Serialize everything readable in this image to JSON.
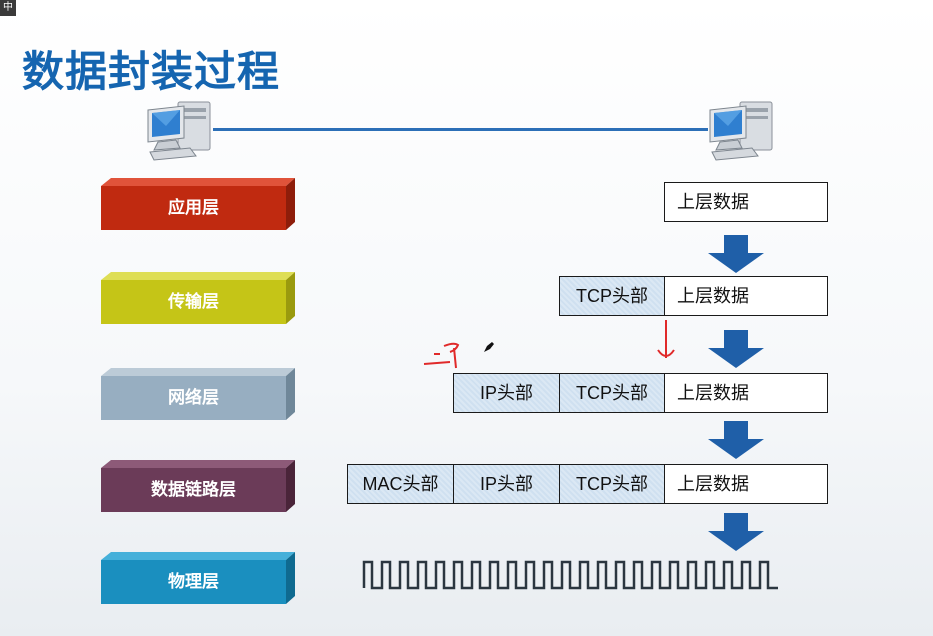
{
  "title": "数据封装过程",
  "ime_indicator": "中",
  "colors": {
    "application": "#c02a10",
    "transport": "#c5c517",
    "network": "#97aec1",
    "datalink": "#6b3b58",
    "physical": "#1a8fbf",
    "header_fill": "#d6e4f2",
    "title": "#1565b0",
    "arrow": "#1f5fa8"
  },
  "layers": [
    {
      "key": "application",
      "label": "应用层"
    },
    {
      "key": "transport",
      "label": "传输层"
    },
    {
      "key": "network",
      "label": "网络层"
    },
    {
      "key": "datalink",
      "label": "数据链路层"
    },
    {
      "key": "physical",
      "label": "物理层"
    }
  ],
  "packets": {
    "application": {
      "data": "上层数据"
    },
    "transport": {
      "tcp": "TCP头部",
      "data": "上层数据"
    },
    "network": {
      "ip": "IP头部",
      "tcp": "TCP头部",
      "data": "上层数据"
    },
    "datalink": {
      "mac": "MAC头部",
      "ip": "IP头部",
      "tcp": "TCP头部",
      "data": "上层数据"
    }
  },
  "icons": {
    "source": "computer-icon",
    "destination": "computer-icon",
    "arrows": "down-arrow-icon",
    "signal": "square-wave-icon"
  }
}
